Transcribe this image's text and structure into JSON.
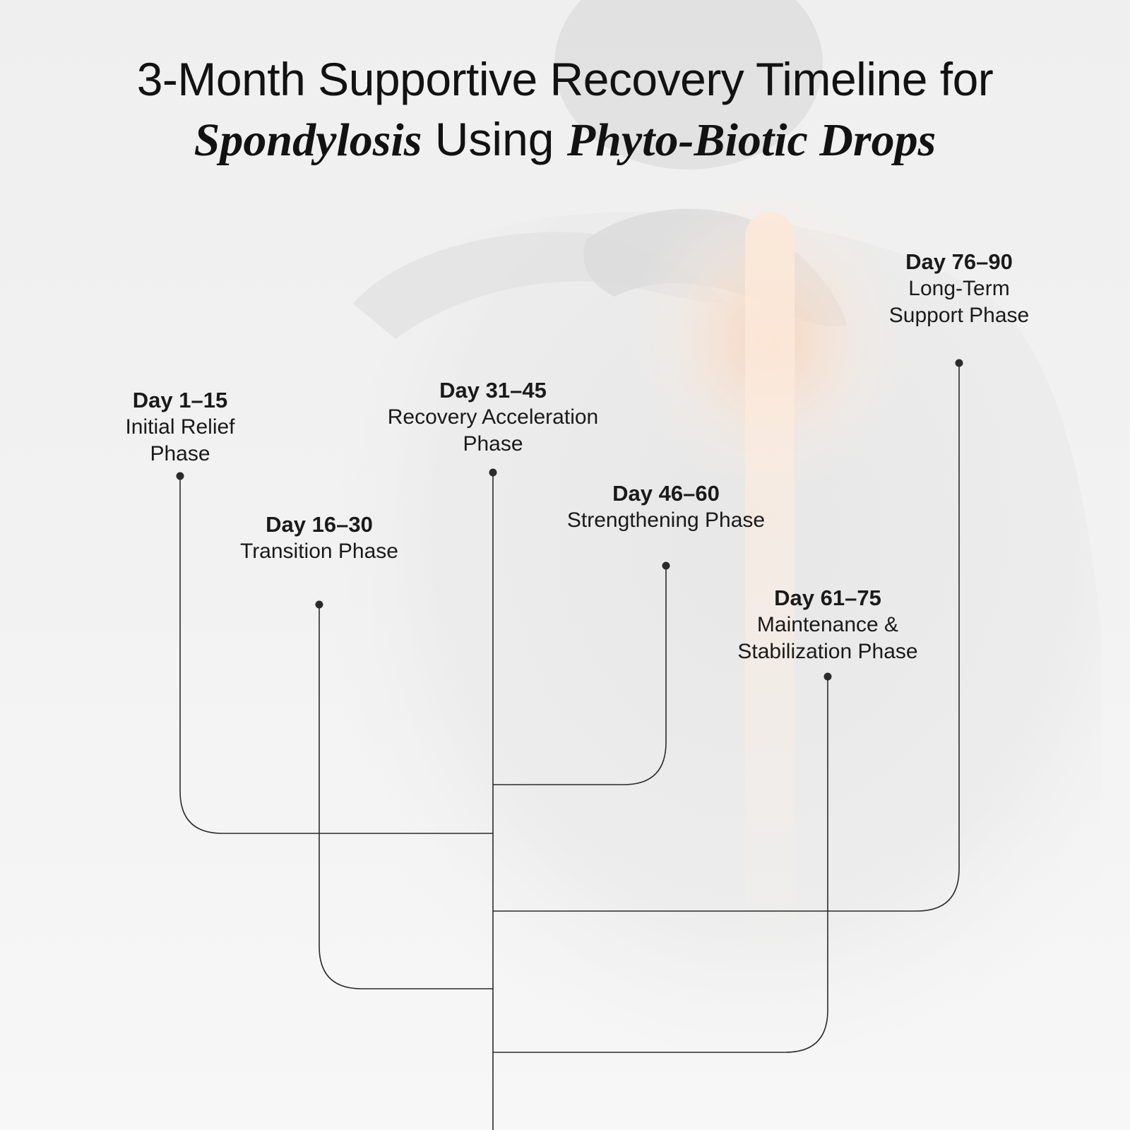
{
  "title": {
    "line1": "3-Month Supportive Recovery Timeline for",
    "line2_part1": "Spondylosis",
    "line2_part2": "Using",
    "line2_part3": "Phyto-Biotic Drops"
  },
  "phases": [
    {
      "day": "Day 1–15",
      "name_lines": [
        "Initial Relief",
        "Phase"
      ]
    },
    {
      "day": "Day 16–30",
      "name_lines": [
        "Transition Phase"
      ]
    },
    {
      "day": "Day 31–45",
      "name_lines": [
        "Recovery Acceleration",
        "Phase"
      ]
    },
    {
      "day": "Day 46–60",
      "name_lines": [
        "Strengthening Phase"
      ]
    },
    {
      "day": "Day 61–75",
      "name_lines": [
        "Maintenance &",
        "Stabilization Phase"
      ]
    },
    {
      "day": "Day 76–90",
      "name_lines": [
        "Long-Term",
        "Support Phase"
      ]
    }
  ],
  "colors": {
    "line": "#2b2b2b",
    "text": "#141414",
    "glow": "#f6cdb0"
  }
}
